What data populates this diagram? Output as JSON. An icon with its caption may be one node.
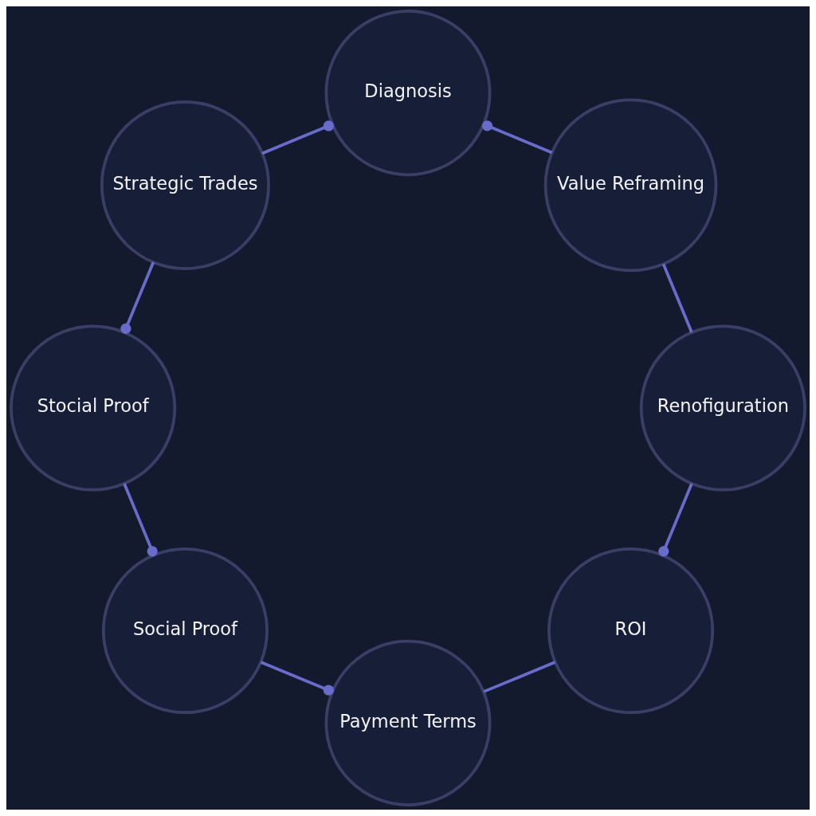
{
  "diagram": {
    "nodes": [
      {
        "text": [
          "Diagnosis"
        ]
      },
      {
        "text": [
          "Value Reframing"
        ]
      },
      {
        "text": [
          "Renofiguration"
        ]
      },
      {
        "text": [
          "ROI"
        ]
      },
      {
        "text": [
          "Payment Terms"
        ]
      },
      {
        "text": [
          "Social Proof"
        ]
      },
      {
        "text": [
          "Stocial Proof"
        ]
      },
      {
        "text": [
          "Strategic Trades"
        ]
      }
    ],
    "edges": [
      {
        "from": 1,
        "to": 0,
        "arrow": "other"
      },
      {
        "from": 1,
        "to": 2,
        "arrow": "none"
      },
      {
        "from": 2,
        "to": 3,
        "arrow": "other"
      },
      {
        "from": 3,
        "to": 4,
        "arrow": "none"
      },
      {
        "from": 5,
        "to": 4,
        "arrow": "other"
      },
      {
        "from": 6,
        "to": 5,
        "arrow": "other"
      },
      {
        "from": 7,
        "to": 6,
        "arrow": "other"
      },
      {
        "from": 7,
        "to": 0,
        "arrow": "other"
      }
    ]
  }
}
